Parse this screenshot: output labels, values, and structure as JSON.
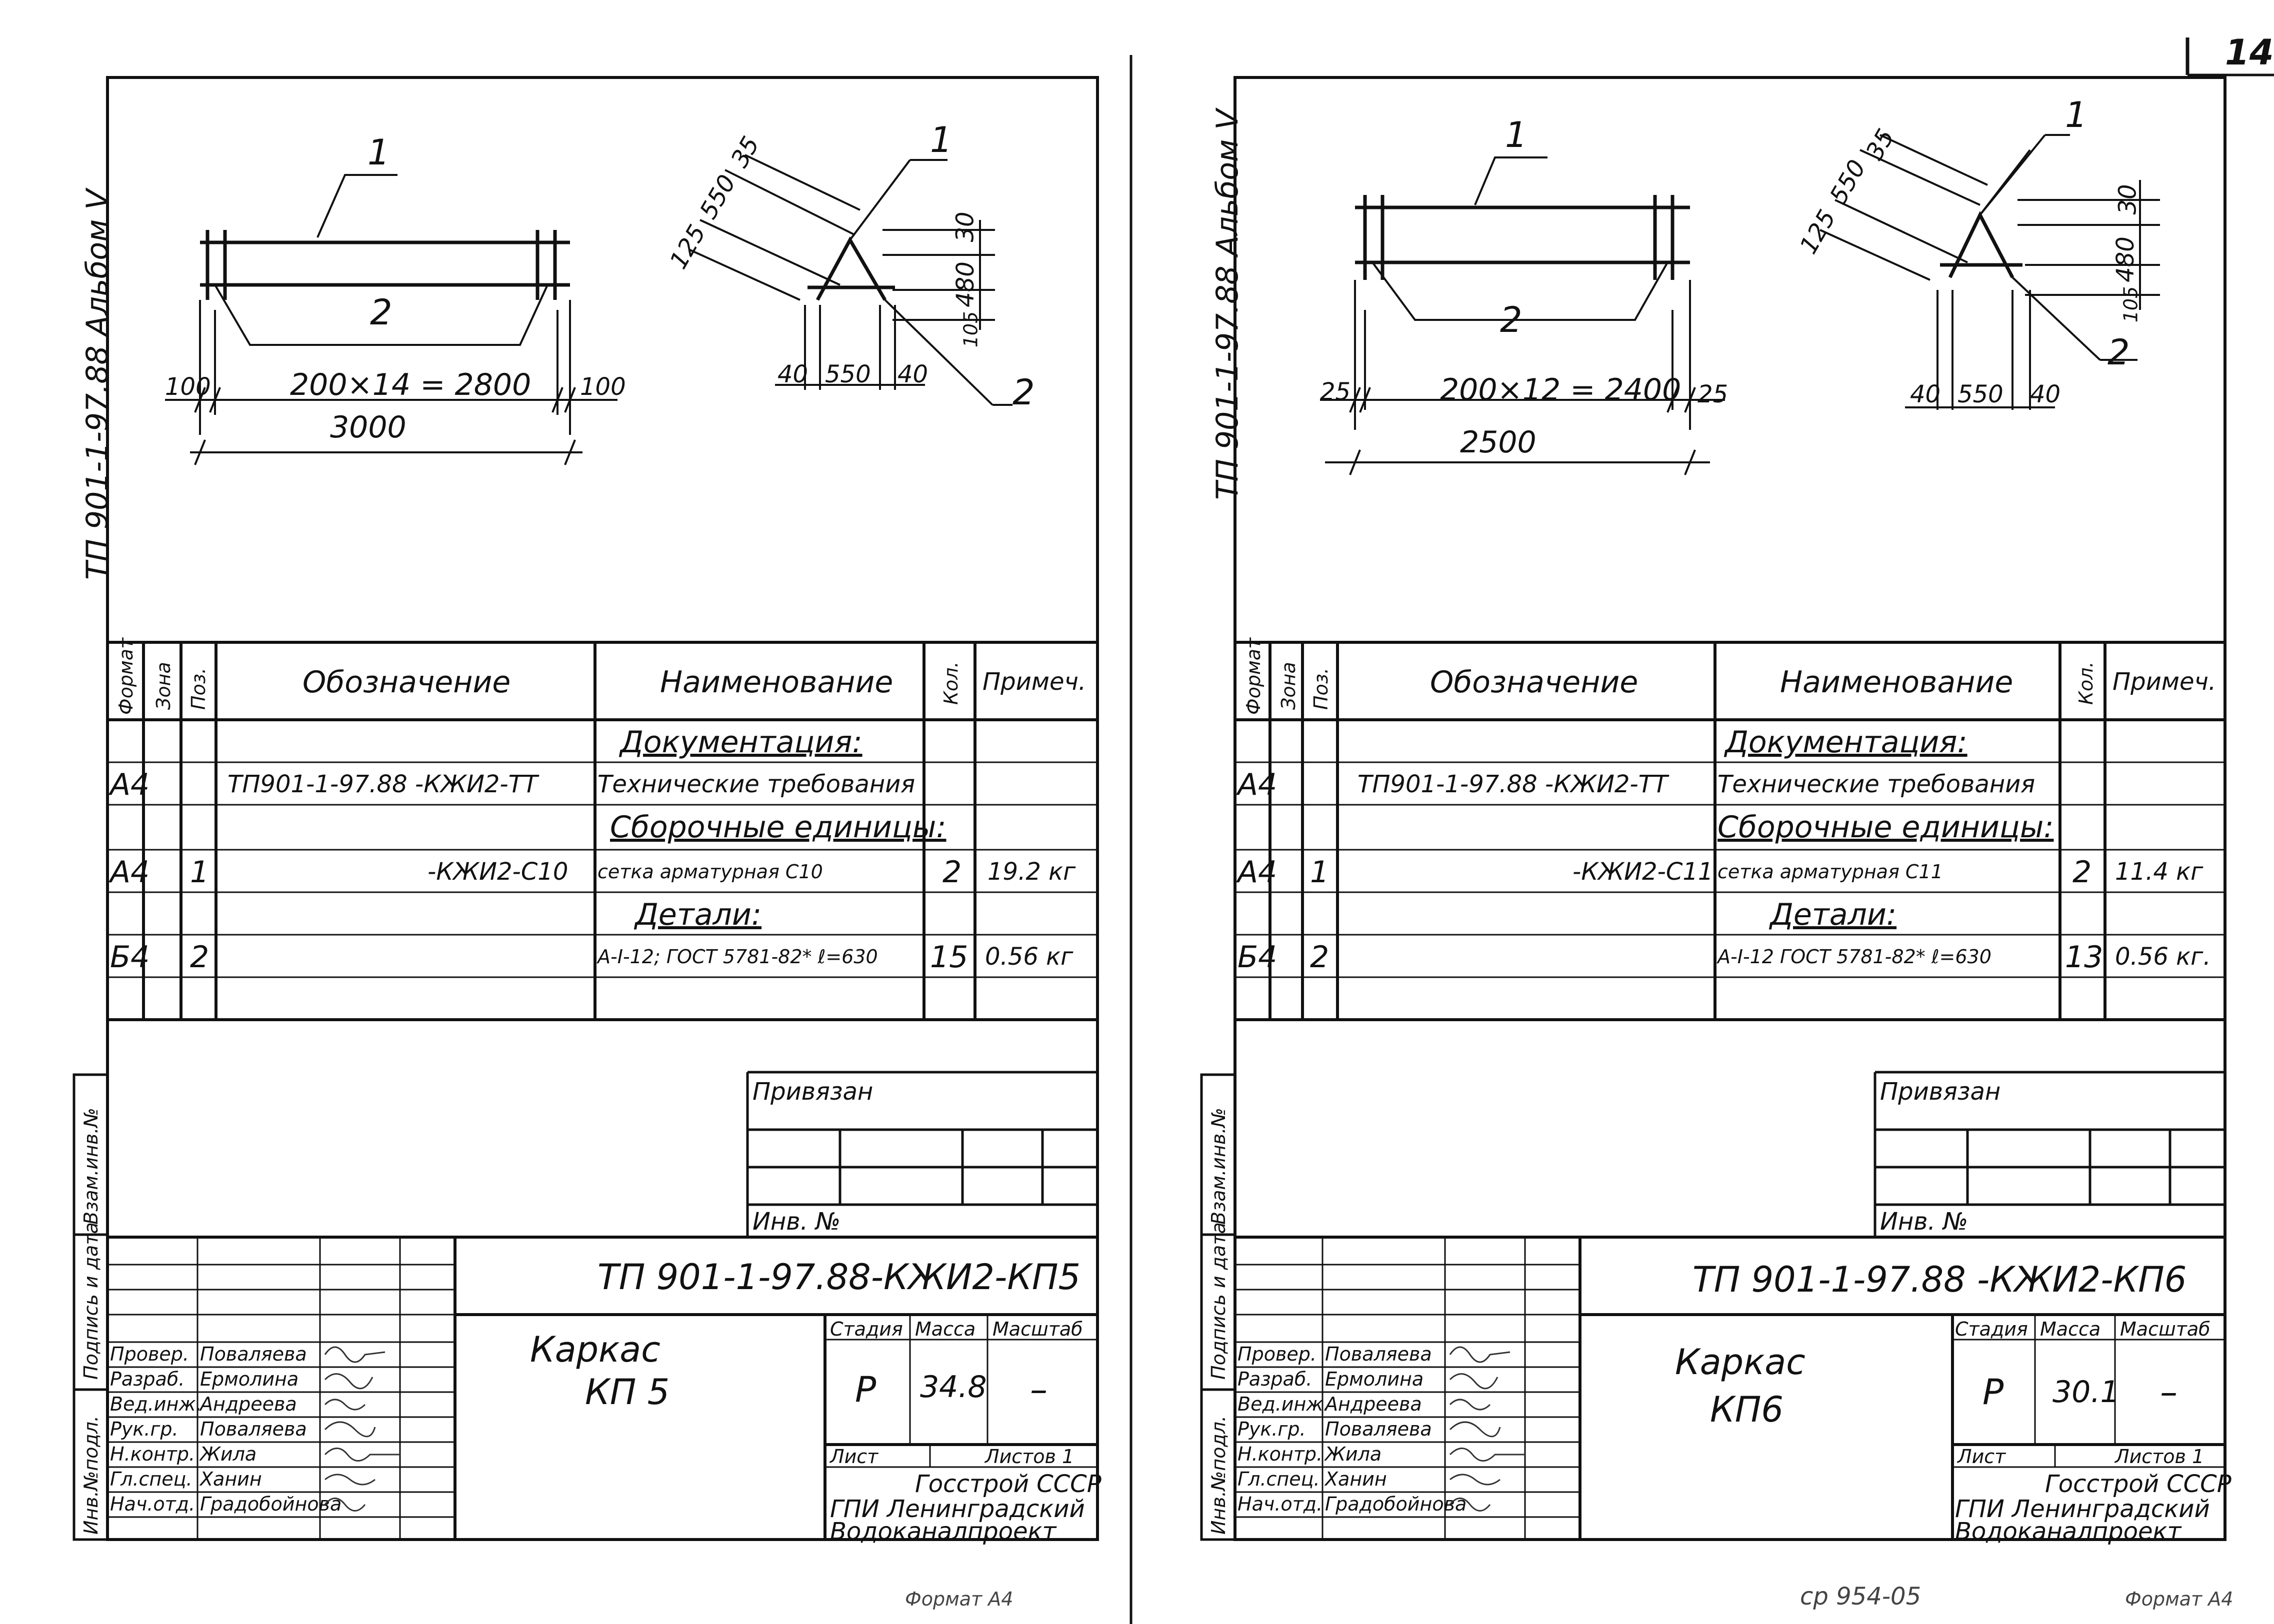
{
  "page_number": "14",
  "left": {
    "album": "ТП 901-1-97.88  Альбом V",
    "drawing": {
      "pos1": "1",
      "pos2": "2",
      "dim_total": "3000",
      "dim_spacing": "200×14 = 2800",
      "dim_left": "100",
      "dim_right": "100",
      "tri_125": "125",
      "tri_550a": "550",
      "tri_35": "35",
      "tri_30": "30",
      "tri_480": "480",
      "tri_105": "105",
      "tri_40a": "40",
      "tri_550b": "550",
      "tri_40b": "40",
      "tri_pos1": "1",
      "tri_pos2": "2"
    },
    "spec": {
      "headers": {
        "format": "Формат",
        "zone": "Зона",
        "pos": "Поз.",
        "designation": "Обозначение",
        "name": "Наименование",
        "qty": "Кол.",
        "note": "Примеч."
      },
      "rows": [
        {
          "format": "",
          "zone": "",
          "pos": "",
          "designation": "",
          "name": "Документация:",
          "qty": "",
          "note": ""
        },
        {
          "format": "А4",
          "zone": "",
          "pos": "",
          "designation": "ТП901-1-97.88 -КЖИ2-ТТ",
          "name": "Технические требования",
          "qty": "",
          "note": ""
        },
        {
          "format": "",
          "zone": "",
          "pos": "",
          "designation": "",
          "name": "Сборочные единицы:",
          "qty": "",
          "note": ""
        },
        {
          "format": "А4",
          "zone": "",
          "pos": "1",
          "designation": "-КЖИ2-С10",
          "name": "сетка арматурная   С10",
          "qty": "2",
          "note": "19.2 кг"
        },
        {
          "format": "",
          "zone": "",
          "pos": "",
          "designation": "",
          "name": "Детали:",
          "qty": "",
          "note": ""
        },
        {
          "format": "Б4",
          "zone": "",
          "pos": "2",
          "designation": "",
          "name": "А-I-12; ГОСТ 5781-82* ℓ=630",
          "qty": "15",
          "note": "0.56 кг"
        },
        {
          "format": "",
          "zone": "",
          "pos": "",
          "designation": "",
          "name": "",
          "qty": "",
          "note": ""
        }
      ]
    },
    "privyazan": "Привязан",
    "inv_no": "Инв. №",
    "doc_code": "ТП 901-1-97.88-КЖИ2-КП5",
    "title_line1": "Каркас",
    "title_line2": "КП 5",
    "stage_label": "Стадия",
    "mass_label": "Масса",
    "scale_label": "Масштаб",
    "stage": "Р",
    "mass": "34.8",
    "scale": "–",
    "sheet_label": "Лист",
    "sheets_label": "Листов 1",
    "org1": "Госстрой СССР",
    "org2": "ГПИ Ленинградский",
    "org3": "Водоканалпроект",
    "staff": [
      {
        "role": "Провер.",
        "name": "Поваляева"
      },
      {
        "role": "Разраб.",
        "name": "Ермолина"
      },
      {
        "role": "Вед.инж.",
        "name": "Андреева"
      },
      {
        "role": "Рук.гр.",
        "name": "Поваляева"
      },
      {
        "role": "Н.контр.",
        "name": "Жила"
      },
      {
        "role": "Гл.спец.",
        "name": "Ханин"
      },
      {
        "role": "Нач.отд.",
        "name": "Градобойнова"
      }
    ],
    "side_labels": {
      "vzam": "Взам.инв.№",
      "podpis": "Подпись и дата",
      "inv_podl": "Инв.№подл."
    },
    "footer": "Формат А4"
  },
  "right": {
    "album": "ТП 901-1-97.88  Альбом V",
    "drawing": {
      "pos1": "1",
      "pos2": "2",
      "dim_total": "2500",
      "dim_spacing": "200×12 = 2400",
      "dim_left": "25",
      "dim_right": "25",
      "tri_125": "125",
      "tri_550a": "550",
      "tri_35": "35",
      "tri_30": "30",
      "tri_480": "480",
      "tri_105": "105",
      "tri_40a": "40",
      "tri_550b": "550",
      "tri_40b": "40",
      "tri_pos1": "1",
      "tri_pos2": "2"
    },
    "spec": {
      "headers": {
        "format": "Формат",
        "zone": "Зона",
        "pos": "Поз.",
        "designation": "Обозначение",
        "name": "Наименование",
        "qty": "Кол.",
        "note": "Примеч."
      },
      "rows": [
        {
          "format": "",
          "zone": "",
          "pos": "",
          "designation": "",
          "name": "Документация:",
          "qty": "",
          "note": ""
        },
        {
          "format": "А4",
          "zone": "",
          "pos": "",
          "designation": "ТП901-1-97.88  -КЖИ2-ТТ",
          "name": "Технические требования",
          "qty": "",
          "note": ""
        },
        {
          "format": "",
          "zone": "",
          "pos": "",
          "designation": "",
          "name": "Сборочные единицы:",
          "qty": "",
          "note": ""
        },
        {
          "format": "А4",
          "zone": "",
          "pos": "1",
          "designation": "-КЖИ2-С11",
          "name": "сетка арматурная   С11",
          "qty": "2",
          "note": "11.4 кг"
        },
        {
          "format": "",
          "zone": "",
          "pos": "",
          "designation": "",
          "name": "Детали:",
          "qty": "",
          "note": ""
        },
        {
          "format": "Б4",
          "zone": "",
          "pos": "2",
          "designation": "",
          "name": "А-I-12 ГОСТ 5781-82* ℓ=630",
          "qty": "13",
          "note": "0.56 кг."
        },
        {
          "format": "",
          "zone": "",
          "pos": "",
          "designation": "",
          "name": "",
          "qty": "",
          "note": ""
        }
      ]
    },
    "privyazan": "Привязан",
    "inv_no": "Инв. №",
    "doc_code": "ТП 901-1-97.88  -КЖИ2-КП6",
    "title_line1": "Каркас",
    "title_line2": "КП6",
    "stage_label": "Стадия",
    "mass_label": "Масса",
    "scale_label": "Масштаб",
    "stage": "Р",
    "mass": "30.1",
    "scale": "–",
    "sheet_label": "Лист",
    "sheets_label": "Листов 1",
    "org1": "Госстрой СССР",
    "org2": "ГПИ Ленинградский",
    "org3": "Водоканалпроект",
    "staff": [
      {
        "role": "Провер.",
        "name": "Поваляева"
      },
      {
        "role": "Разраб.",
        "name": "Ермолина"
      },
      {
        "role": "Вед.инж.",
        "name": "Андреева"
      },
      {
        "role": "Рук.гр.",
        "name": "Поваляева"
      },
      {
        "role": "Н.контр.",
        "name": "Жила"
      },
      {
        "role": "Гл.спец.",
        "name": "Ханин"
      },
      {
        "role": "Нач.отд.",
        "name": "Градобойнова"
      }
    ],
    "side_labels": {
      "vzam": "Взам.инв.№",
      "podpis": "Подпись и дата",
      "inv_podl": "Инв.№подл."
    },
    "footer_code": "ср 954-05",
    "footer": "Формат А4"
  }
}
